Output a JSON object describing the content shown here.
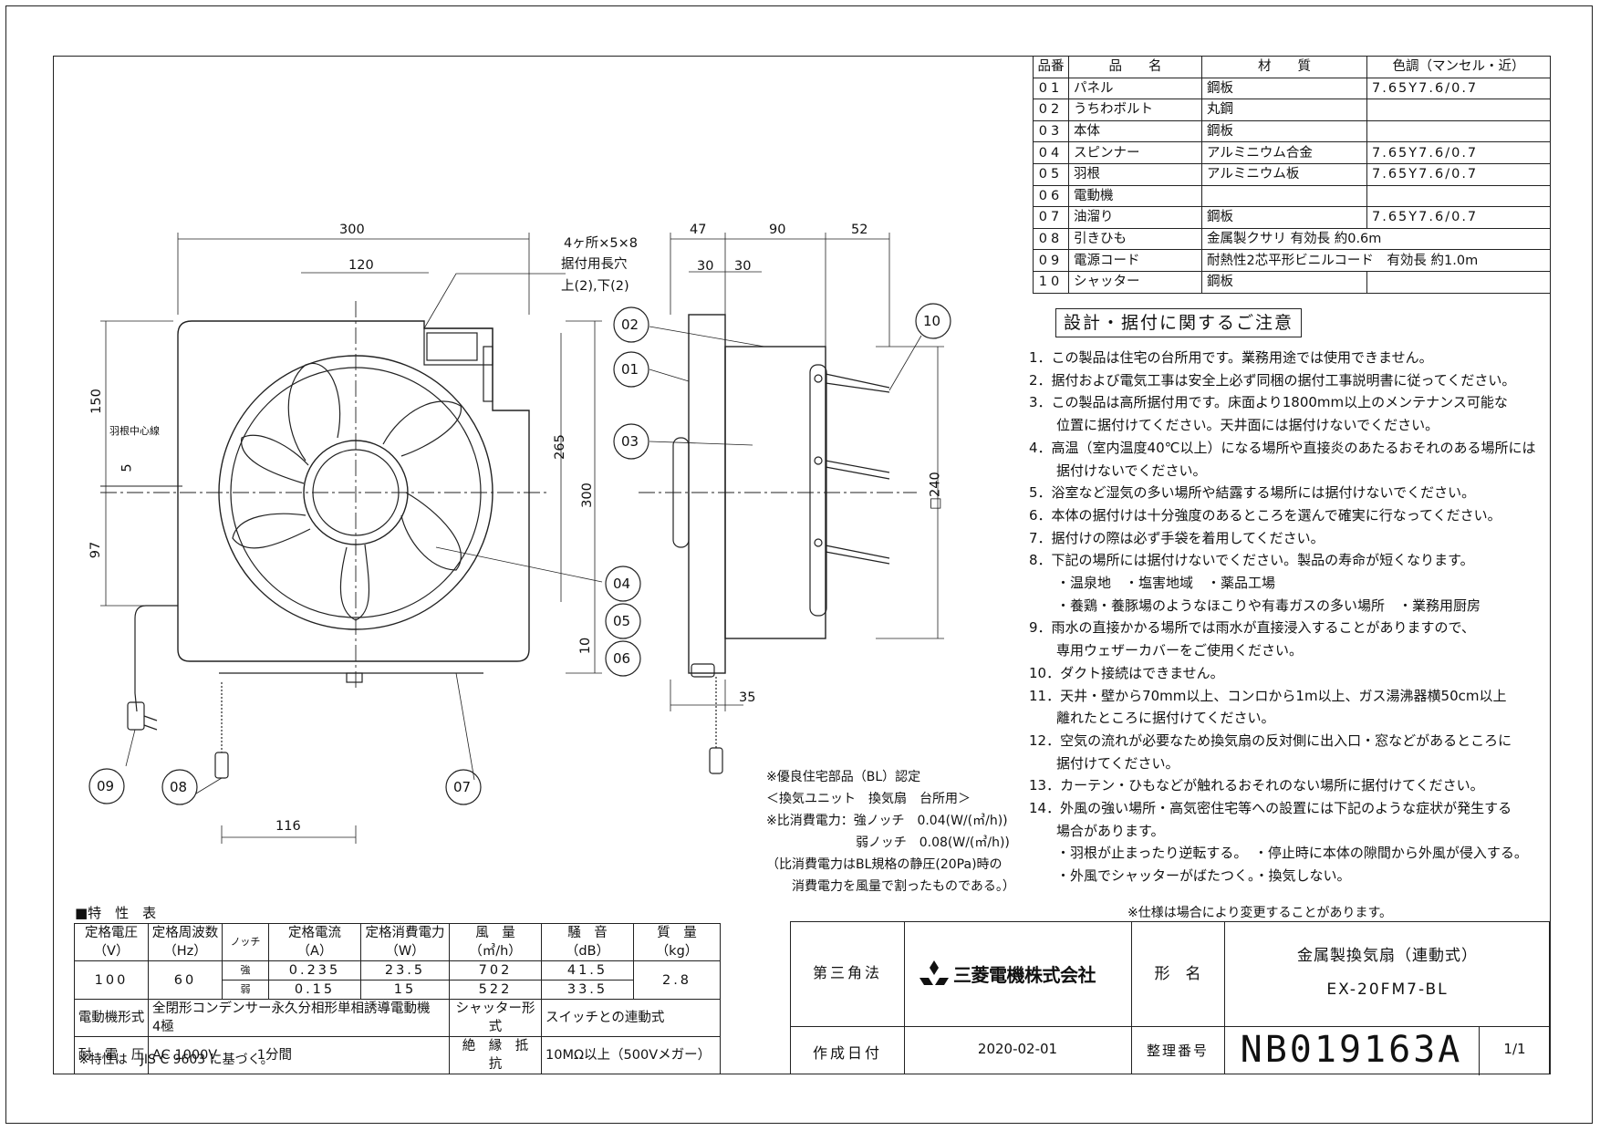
{
  "parts_table": {
    "headers": [
      "品番",
      "品　　名",
      "材　　質",
      "色調（マンセル・近）"
    ],
    "rows": [
      {
        "no": "01",
        "name": "パネル",
        "material": "鋼板",
        "color": "7.65Y7.6/0.7"
      },
      {
        "no": "02",
        "name": "うちわボルト",
        "material": "丸鋼",
        "color": ""
      },
      {
        "no": "03",
        "name": "本体",
        "material": "鋼板",
        "color": ""
      },
      {
        "no": "04",
        "name": "スピンナー",
        "material": "アルミニウム合金",
        "color": "7.65Y7.6/0.7"
      },
      {
        "no": "05",
        "name": "羽根",
        "material": "アルミニウム板",
        "color": "7.65Y7.6/0.7"
      },
      {
        "no": "06",
        "name": "電動機",
        "material": "",
        "color": ""
      },
      {
        "no": "07",
        "name": "油溜り",
        "material": "鋼板",
        "color": "7.65Y7.6/0.7"
      },
      {
        "no": "08",
        "name": "引きひも",
        "material": "金属製クサリ 有効長 約0.6m",
        "color": ""
      },
      {
        "no": "09",
        "name": "電源コード",
        "material": "耐熱性2芯平形ビニルコード　有効長 約1.0m",
        "color": ""
      },
      {
        "no": "10",
        "name": "シャッター",
        "material": "鋼板",
        "color": ""
      }
    ]
  },
  "notes": {
    "title": "設計・据付に関するご注意",
    "lines": [
      "1．この製品は住宅の台所用です。業務用途では使用できません。",
      "2．据付および電気工事は安全上必ず同梱の据付工事説明書に従ってください。",
      "3．この製品は高所据付用です。床面より1800mm以上のメンテナンス可能な",
      "　　位置に据付けてください。天井面には据付けないでください。",
      "4．高温（室内温度40℃以上）になる場所や直接炎のあたるおそれのある場所には",
      "　　据付けないでください。",
      "5．浴室など湿気の多い場所や結露する場所には据付けないでください。",
      "6．本体の据付けは十分強度のあるところを選んで確実に行なってください。",
      "7．据付けの際は必ず手袋を着用してください。",
      "8．下記の場所には据付けないでください。製品の寿命が短くなります。",
      "　　・温泉地　・塩害地域　・薬品工場",
      "　　・養鶏・養豚場のようなほこりや有毒ガスの多い場所　・業務用厨房",
      "9．雨水の直接かかる場所では雨水が直接浸入することがありますので、",
      "　　専用ウェザーカバーをご使用ください。",
      "10．ダクト接続はできません。",
      "11．天井・壁から70mm以上、コンロから1m以上、ガス湯沸器横50cm以上",
      "　　離れたところに据付けてください。",
      "12．空気の流れが必要なため換気扇の反対側に出入口・窓などがあるところに",
      "　　据付けてください。",
      "13．カーテン・ひもなどが触れるおそれのない場所に据付けてください。",
      "14．外風の強い場所・高気密住宅等への設置には下記のような症状が発生する",
      "　　場合があります。",
      "　　・羽根が止まったり逆転する。　・停止時に本体の隙間から外風が侵入する。",
      "　　・外風でシャッターがばたつく。・換気しない。"
    ],
    "spec_note": "※仕様は場合により変更することがあります。"
  },
  "bl_note": {
    "lines": [
      "※優良住宅部品（BL）認定",
      "＜換気ユニット　換気扇　台所用＞",
      "※比消費電力：強ノッチ　0.04(W/(㎥/h))",
      "　　　　　　　弱ノッチ　0.08(W/(㎥/h))",
      "（比消費電力はBL規格の静圧(20Pa)時の",
      "　　消費電力を風量で割ったものである。）"
    ]
  },
  "characteristics": {
    "title": "■特　性　表",
    "headers": {
      "voltage": "定格電圧",
      "voltage_unit": "（V）",
      "freq": "定格周波数",
      "freq_unit": "（Hz）",
      "notch": "ノッチ",
      "current": "定格電流",
      "current_unit": "（A）",
      "power": "定格消費電力",
      "power_unit": "（W）",
      "air": "風　量",
      "air_unit": "（㎥/h）",
      "noise": "騒　音",
      "noise_unit": "（dB）",
      "mass": "質　量",
      "mass_unit": "（kg）"
    },
    "voltage": "100",
    "freq": "60",
    "mass": "2.8",
    "rows": [
      {
        "notch": "強",
        "current": "0.235",
        "power": "23.5",
        "air": "702",
        "noise": "41.5"
      },
      {
        "notch": "弱",
        "current": "0.15",
        "power": "15",
        "air": "522",
        "noise": "33.5"
      }
    ],
    "motor_label": "電動機形式",
    "motor_value": "全閉形コンデンサー永久分相形単相誘導電動機　4極",
    "shutter_label": "シャッター形式",
    "shutter_value": "スイッチとの連動式",
    "withstand_label": "耐　電　圧",
    "withstand_value": "AC 1000V　　　1分間",
    "insulation_label": "絶　縁　抵　抗",
    "insulation_value": "10MΩ以上（500Vメガー）",
    "jis_note": "※特性は　JIS C 9603 に基づく。"
  },
  "title_block": {
    "projection": "第三角法",
    "company": "三菱電機株式会社",
    "model_label": "形　名",
    "product_name": "金属製換気扇（連動式）",
    "model": "EX-20FM7-BL",
    "date_label": "作成日付",
    "date": "2020-02-01",
    "doc_no_label": "整理番号",
    "doc_no": "NB019163A",
    "sheet": "1/1"
  },
  "dimensions": {
    "d300_top": "300",
    "d120": "120",
    "d150": "150",
    "d5": "5",
    "d97": "97",
    "d265": "265",
    "d300_side": "300",
    "d10": "10",
    "d116": "116",
    "d47": "47",
    "d90": "90",
    "d52": "52",
    "d30a": "30",
    "d30b": "30",
    "d35": "35",
    "d240": "□240",
    "slot_note_1": "4ヶ所×5×8",
    "slot_note_2": "据付用長穴",
    "slot_note_3": "上(2),下(2)",
    "blade_center": "羽根中心線"
  },
  "balloons": [
    "01",
    "02",
    "03",
    "04",
    "05",
    "06",
    "07",
    "08",
    "09",
    "10"
  ],
  "colors": {
    "line": "#222222",
    "paper": "#ffffff"
  }
}
